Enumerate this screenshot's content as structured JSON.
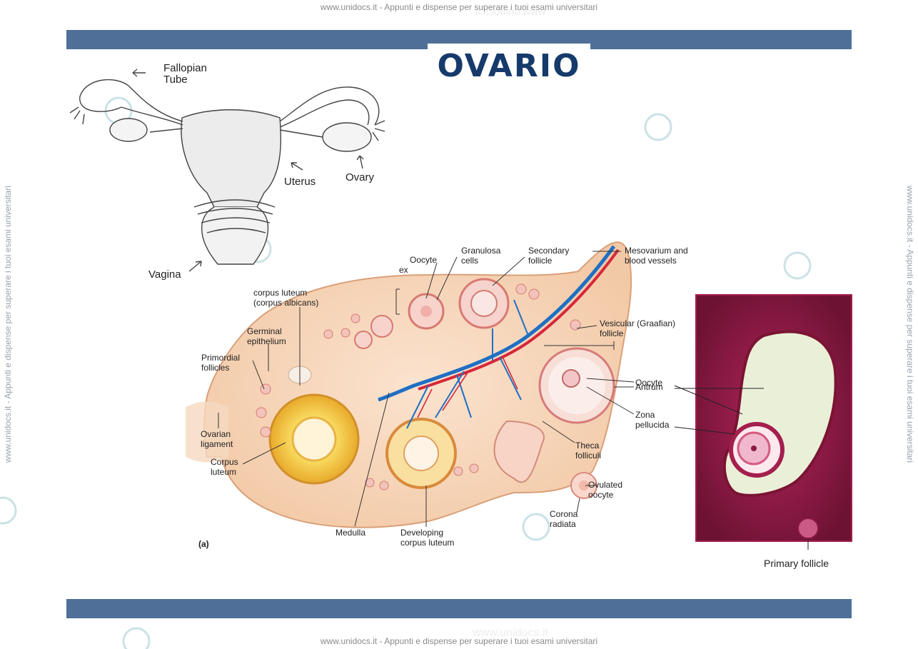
{
  "watermark": {
    "top": "www.unidocs.it - Appunti e dispense per superare i tuoi esami universitari",
    "bottom": "www.unidocs.it - Appunti e dispense per superare i tuoi esami universitari",
    "side_left": "www.unidocs.it - Appunti e dispense per superare i tuoi esami universitari",
    "side_right": "www.unidocs.it - Appunti e dispense per superare i tuoi esami universitari"
  },
  "slide": {
    "title": "OVARIO",
    "band_color": "#4f6f98",
    "title_color": "#163a6b"
  },
  "uterus_diagram": {
    "labels": {
      "fallopian": "Fallopian\nTube",
      "uterus": "Uterus",
      "ovary": "Ovary",
      "vagina": "Vagina"
    }
  },
  "ovary_diagram": {
    "panel_label": "(a)",
    "labels": {
      "oocyte_top": "Oocyte",
      "ex": "ex",
      "granulosa": "Granulosa\ncells",
      "secondary": "Secondary\nfollicle",
      "mesovarium": "Mesovarium and\nblood vessels",
      "corpus_albicans": "corpus luteum\n(corpus albicans)",
      "germinal": "Germinal\nepithelium",
      "primordial": "Primordial\nfollicles",
      "vesicular": "Vesicular (Graafian)\nfollicle",
      "antrum": "Antrum",
      "oocyte_right": "Oocyte",
      "zona": "Zona\npellucida",
      "ovarian_ligament": "Ovarian\nligament",
      "corpus_luteum": "Corpus\nluteum",
      "theca": "Theca\nfolliculi",
      "ovulated": "Ovulated\noocyte",
      "corona": "Corona\nradiata",
      "medulla": "Medulla",
      "developing": "Developing\ncorpus luteum"
    }
  },
  "micrograph": {
    "label": "Primary follicle"
  }
}
